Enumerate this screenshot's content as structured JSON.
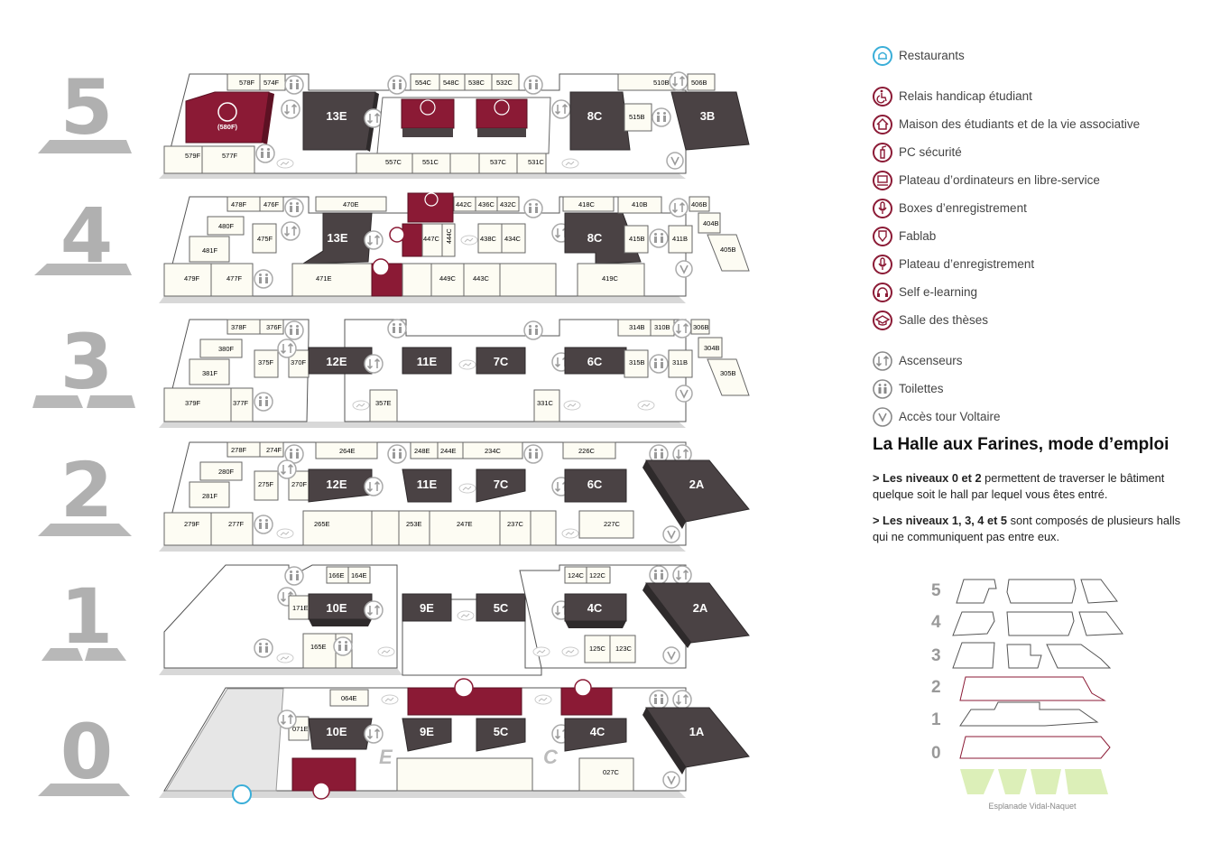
{
  "floors": [
    {
      "label": "5",
      "rooms": [
        "578F",
        "574F",
        "579F",
        "577F",
        "(580F)",
        "13E",
        "554C",
        "548C",
        "538C",
        "532C",
        "557C",
        "551C",
        "537C",
        "531C",
        "8C",
        "510B",
        "506B",
        "515B",
        "3B"
      ]
    },
    {
      "label": "4",
      "rooms": [
        "478F",
        "476F",
        "480F",
        "481F",
        "475F",
        "479F",
        "477F",
        "470E",
        "13E",
        "471E",
        "442C",
        "436C",
        "432C",
        "447C",
        "444C",
        "438C",
        "434C",
        "449C",
        "443C",
        "418C",
        "8C",
        "419C",
        "410B",
        "406B",
        "404B",
        "415B",
        "411B",
        "405B"
      ]
    },
    {
      "label": "3",
      "rooms": [
        "378F",
        "376F",
        "380F",
        "381F",
        "375F",
        "370F",
        "379F",
        "377F",
        "12E",
        "11E",
        "7C",
        "357E",
        "331C",
        "6C",
        "314B",
        "310B",
        "306B",
        "304B",
        "315B",
        "311B",
        "305B"
      ]
    },
    {
      "label": "2",
      "rooms": [
        "278F",
        "274F",
        "280F",
        "281F",
        "275F",
        "270F",
        "279F",
        "277F",
        "264E",
        "248E",
        "244E",
        "234C",
        "226C",
        "12E",
        "11E",
        "7C",
        "6C",
        "2A",
        "265E",
        "253E",
        "247E",
        "237C",
        "227C"
      ]
    },
    {
      "label": "1",
      "rooms": [
        "166E",
        "164E",
        "171E",
        "10E",
        "9E",
        "5C",
        "124C",
        "122C",
        "4C",
        "2A",
        "165E",
        "125C",
        "123C"
      ]
    },
    {
      "label": "0",
      "rooms": [
        "064E",
        "071E",
        "10E",
        "9E",
        "5C",
        "4C",
        "1A",
        "027C",
        "E",
        "C"
      ]
    }
  ],
  "legend": [
    {
      "icon": "restaurant-icon",
      "label": "Restaurants",
      "color": "#3aaed8"
    },
    {
      "icon": "wheelchair-icon",
      "label": "Relais handicap étudiant",
      "color": "#8b1a35"
    },
    {
      "icon": "house-icon",
      "label": "Maison des étudiants et de la vie associative",
      "color": "#8b1a35"
    },
    {
      "icon": "extinguisher-icon",
      "label": "PC sécurité",
      "color": "#8b1a35"
    },
    {
      "icon": "computer-icon",
      "label": "Plateau d’ordinateurs en libre-service",
      "color": "#8b1a35"
    },
    {
      "icon": "microphone-icon",
      "label": "Boxes d’enregistrement",
      "color": "#8b1a35"
    },
    {
      "icon": "fablab-icon",
      "label": "Fablab",
      "color": "#8b1a35"
    },
    {
      "icon": "microphone-icon",
      "label": "Plateau d’enregistrement",
      "color": "#8b1a35"
    },
    {
      "icon": "headphones-icon",
      "label": "Self e-learning",
      "color": "#8b1a35"
    },
    {
      "icon": "graduation-cap-icon",
      "label": "Salle des thèses",
      "color": "#8b1a35"
    },
    {
      "icon": "elevator-icon",
      "label": "Ascenseurs",
      "color": "#888888"
    },
    {
      "icon": "toilets-icon",
      "label": "Toilettes",
      "color": "#888888"
    },
    {
      "icon": "voltaire-icon",
      "label": "Accès tour Voltaire",
      "color": "#888888"
    }
  ],
  "mode_emploi": {
    "title": "La Halle aux Farines, mode d’emploi",
    "p1_bold": "> Les niveaux 0 et 2",
    "p1_rest": " permettent de traverser le bâtiment quelque soit le hall par lequel vous êtes entré.",
    "p2_bold": "> Les niveaux 1, 3, 4 et 5",
    "p2_rest": " sont composés de plusieurs halls qui ne communiquent pas entre eux."
  },
  "mini_levels": [
    "5",
    "4",
    "3",
    "2",
    "1",
    "0"
  ],
  "esplanade": "Esplanade Vidal-Naquet",
  "colors": {
    "dark": "#4a4244",
    "red": "#8b1a35",
    "room": "#fdfcf3",
    "floor": "#ffffff",
    "numeral": "#b0b0b0",
    "cyan": "#3aaed8"
  }
}
